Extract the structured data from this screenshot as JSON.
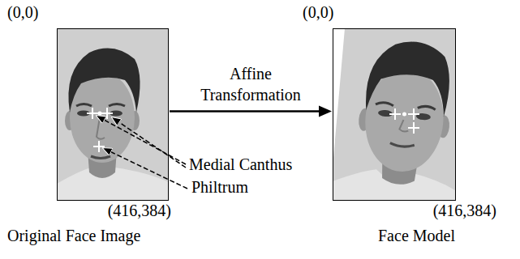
{
  "diagram": {
    "nodes": [
      {
        "text": [
          "(0,0)",
          "(416,384)",
          "Original Face Image"
        ]
      },
      {
        "text": [
          "(0,0)",
          "(416,384)",
          "Face Model"
        ]
      }
    ],
    "edges": [
      {
        "from": 0,
        "to": 1,
        "arrow": "to",
        "label": "Affine Transformation"
      }
    ],
    "labels": [
      "Medial Canthus",
      "Philtrum"
    ]
  }
}
